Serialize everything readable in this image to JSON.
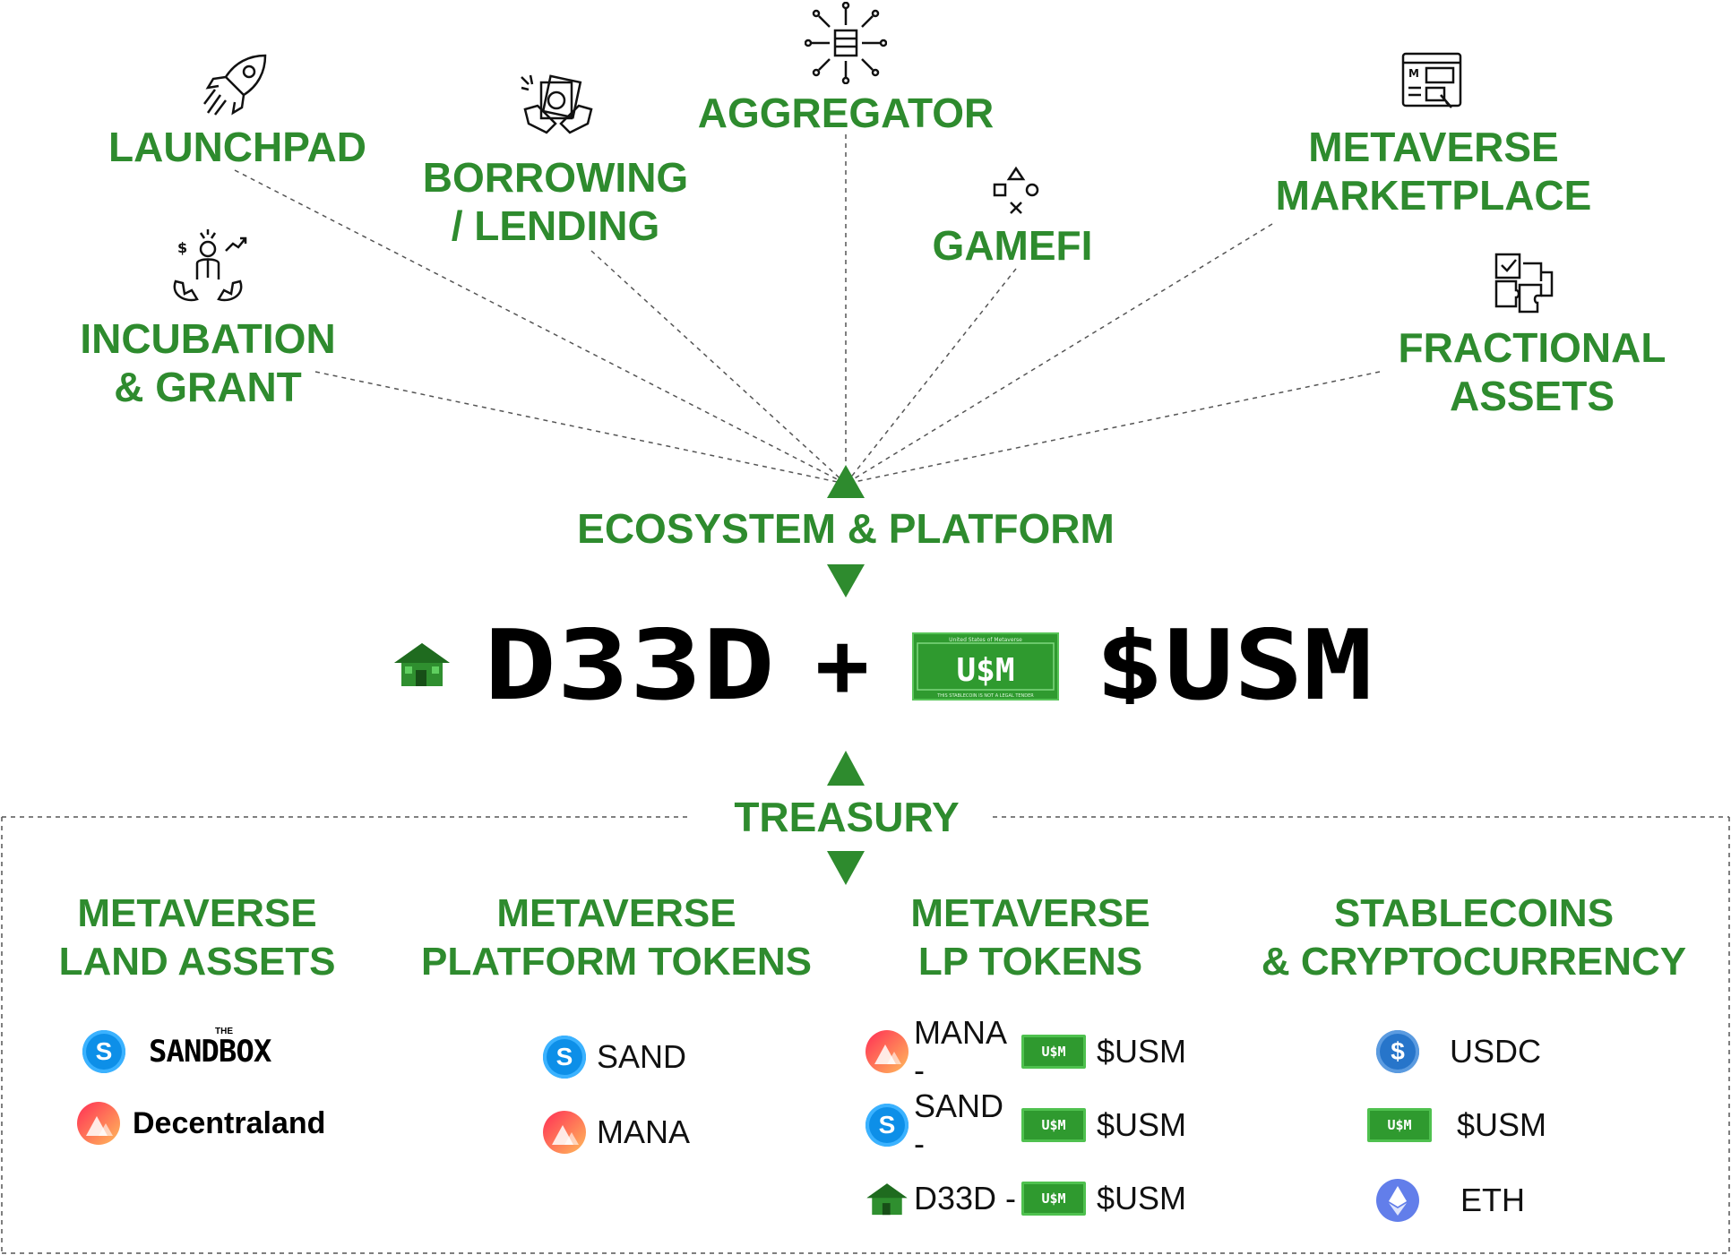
{
  "ecosystem": {
    "launchpad": "LAUNCHPAD",
    "borrowing": [
      "BORROWING",
      "/ LENDING"
    ],
    "aggregator": "AGGREGATOR",
    "metaverse_marketplace": [
      "METAVERSE",
      "MARKETPLACE"
    ],
    "incubation": [
      "INCUBATION",
      "& GRANT"
    ],
    "gamefi": "GAMEFI",
    "fractional": [
      "FRACTIONAL",
      "ASSETS"
    ]
  },
  "center": {
    "ecosystem_label": "ECOSYSTEM & PLATFORM",
    "d33d": "D33D",
    "plus": "+",
    "usm": "$USM",
    "usm_bill": "U$M",
    "bill_top": "United States of Metaverse",
    "bill_bottom": "THIS STABLECOIN IS NOT A LEGAL TENDER",
    "treasury_label": "TREASURY"
  },
  "treasury": {
    "columns": [
      {
        "title": [
          "METAVERSE",
          "LAND ASSETS"
        ]
      },
      {
        "title": [
          "METAVERSE",
          "PLATFORM TOKENS"
        ]
      },
      {
        "title": [
          "METAVERSE",
          "LP TOKENS"
        ]
      },
      {
        "title": [
          "STABLECOINS",
          "& CRYPTOCURRENCY"
        ]
      }
    ],
    "land": {
      "sandbox_small": "THE",
      "sandbox": "SANDBOX",
      "decentraland": "Decentraland"
    },
    "platform_tokens": [
      "SAND",
      "MANA"
    ],
    "lp_tokens": [
      {
        "left": "MANA -",
        "right": "$USM"
      },
      {
        "left": "SAND -",
        "right": "$USM"
      },
      {
        "left": "D33D -",
        "right": "$USM"
      }
    ],
    "stable": [
      "USDC",
      "$USM",
      "ETH"
    ]
  },
  "icons": {
    "launchpad": "rocket-icon",
    "borrowing": "handshake-money-icon",
    "aggregator": "aggregator-network-icon",
    "gamefi": "game-controls-icon",
    "metaverse_marketplace": "web-marketplace-icon",
    "incubation": "hatching-egg-icon",
    "fractional": "puzzle-pieces-icon",
    "house": "house-icon"
  },
  "colors": {
    "green": "#2e8b2e",
    "black": "#000000",
    "bill_green": "#2f9a2f"
  }
}
